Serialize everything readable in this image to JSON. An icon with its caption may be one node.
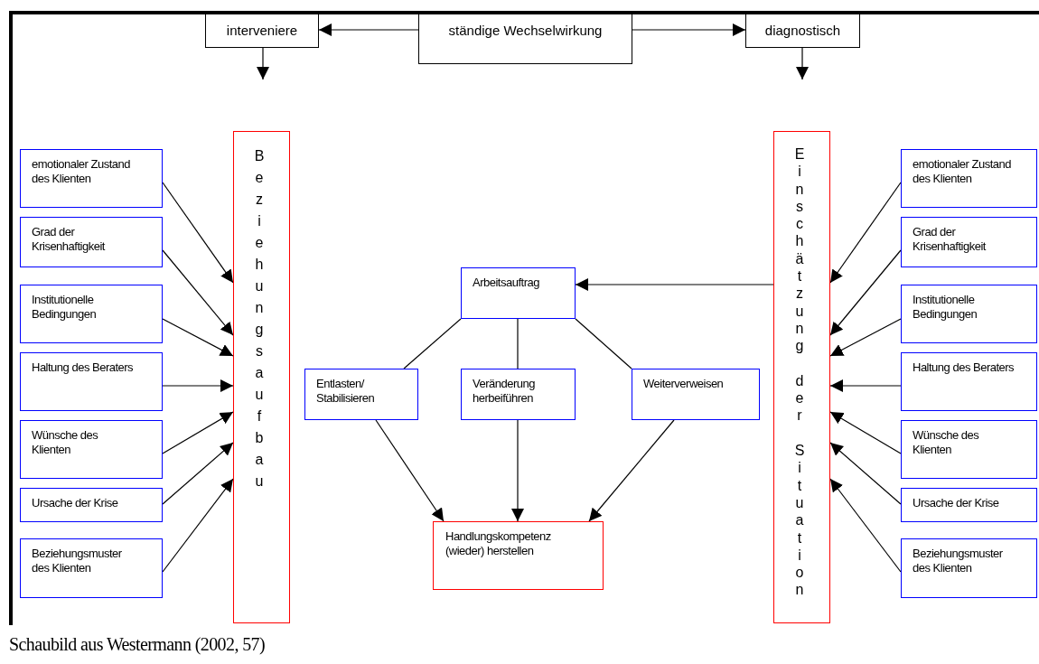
{
  "diagram": {
    "caption": "Schaubild aus Westermann (2002, 57)",
    "nodes": [
      {
        "text": [
          "interveniere"
        ]
      },
      {
        "text": [
          "ständige Wechselwirkung"
        ]
      },
      {
        "text": [
          "diagnostisch"
        ]
      },
      {
        "text": [
          "emotionaler Zustand des Klienten"
        ]
      },
      {
        "text": [
          "Grad der Krisenhaftigkeit"
        ]
      },
      {
        "text": [
          "Institutionelle Bedingungen"
        ]
      },
      {
        "text": [
          "Haltung des Beraters"
        ]
      },
      {
        "text": [
          "Wünsche des Klienten"
        ]
      },
      {
        "text": [
          "Ursache der Krise"
        ]
      },
      {
        "text": [
          "Beziehungsmuster des Klienten"
        ]
      },
      {
        "text": [
          "Beziehungsaufbau"
        ]
      },
      {
        "text": [
          "Arbeitsauftrag"
        ]
      },
      {
        "text": [
          "Entlasten/ Stabilisieren"
        ]
      },
      {
        "text": [
          "Veränderung herbeiführen"
        ]
      },
      {
        "text": [
          "Weiterverweisen"
        ]
      },
      {
        "text": [
          "Handlungskompetenz (wieder) herstellen"
        ]
      },
      {
        "text": [
          "Einschätzung der Situation"
        ]
      },
      {
        "text": [
          "emotionaler Zustand des Klienten"
        ]
      },
      {
        "text": [
          "Grad der Krisenhaftigkeit"
        ]
      },
      {
        "text": [
          "Institutionelle Bedingungen"
        ]
      },
      {
        "text": [
          "Haltung des Beraters"
        ]
      },
      {
        "text": [
          "Wünsche des Klienten"
        ]
      },
      {
        "text": [
          "Ursache der Krise"
        ]
      },
      {
        "text": [
          "Beziehungsmuster des Klienten"
        ]
      }
    ],
    "edges": [
      {
        "from": 1,
        "to": 0,
        "arrow": "to"
      },
      {
        "from": 1,
        "to": 2,
        "arrow": "to"
      },
      {
        "from": 0,
        "to": null,
        "arrow": "to"
      },
      {
        "from": 2,
        "to": null,
        "arrow": "to"
      },
      {
        "from": 3,
        "to": 10,
        "arrow": "to"
      },
      {
        "from": 4,
        "to": 10,
        "arrow": "to"
      },
      {
        "from": 5,
        "to": 10,
        "arrow": "to"
      },
      {
        "from": 6,
        "to": 10,
        "arrow": "to"
      },
      {
        "from": 7,
        "to": 10,
        "arrow": "to"
      },
      {
        "from": 8,
        "to": 10,
        "arrow": "to"
      },
      {
        "from": 9,
        "to": 10,
        "arrow": "to"
      },
      {
        "from": 16,
        "to": 11,
        "arrow": "to"
      },
      {
        "from": 11,
        "to": 12,
        "arrow": "none"
      },
      {
        "from": 11,
        "to": 13,
        "arrow": "none"
      },
      {
        "from": 11,
        "to": 14,
        "arrow": "none"
      },
      {
        "from": 12,
        "to": 15,
        "arrow": "to"
      },
      {
        "from": 13,
        "to": 15,
        "arrow": "to"
      },
      {
        "from": 14,
        "to": 15,
        "arrow": "to"
      },
      {
        "from": 17,
        "to": 16,
        "arrow": "to"
      },
      {
        "from": 18,
        "to": 16,
        "arrow": "to"
      },
      {
        "from": 19,
        "to": 16,
        "arrow": "to"
      },
      {
        "from": 20,
        "to": 16,
        "arrow": "to"
      },
      {
        "from": 21,
        "to": 16,
        "arrow": "to"
      },
      {
        "from": 22,
        "to": 16,
        "arrow": "to"
      },
      {
        "from": 23,
        "to": 16,
        "arrow": "to"
      }
    ]
  }
}
